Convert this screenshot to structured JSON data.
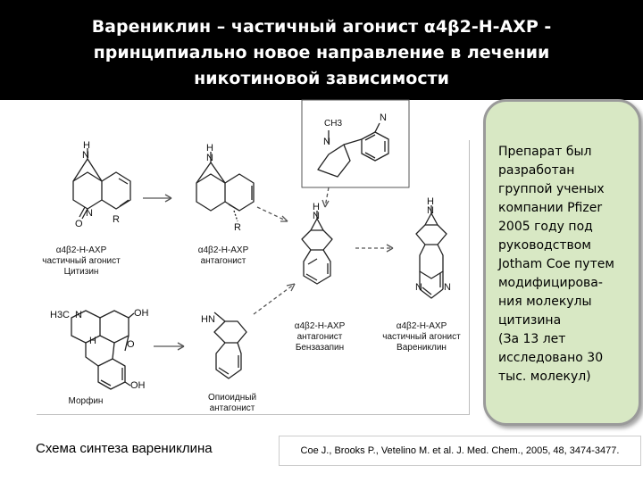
{
  "title": "Варениклин – частичный агонист α4β2-Н-АХР -\nпринципиально новое направление в лечении\nникотиновой зависимости",
  "compounds": {
    "cytisine": "α4β2-Н-АХР\nчастичный агонист\nЦитизин",
    "antagonist1": "α4β2-Н-АХР\nантагонист",
    "benzazepine": "α4β2-Н-АХР\nантагонист\nБензазапин",
    "varenicline": "α4β2-Н-АХР\nчастичный агонист\nВарениклин",
    "morphine": "Морфин",
    "opioid": "Опиоидный\nантагонист"
  },
  "atoms": {
    "n": "N",
    "h": "H",
    "o": "O",
    "r": "R",
    "oh": "OH",
    "hn": "HN",
    "ch3": "CH3",
    "h3c": "H3C"
  },
  "scheme_caption": "Схема синтеза варениклина",
  "citation": "Coe J., Brooks P., Vetelino M. et al. J. Med. Chem., 2005, 48, 3474-3477.",
  "info_box": {
    "text": "Препарат был\nразработан\nгруппой ученых\nкомпании Pfizer\n2005 году под\nруководством\nJotham Coe путем\nмодифицирова-\nния молекулы\nцитизина\n(За 13 лет\nисследовано 30\nтыс. молекул)"
  },
  "colors": {
    "title_bg": "#000000",
    "title_text": "#ffffff",
    "info_bg": "#d8e8c4",
    "info_border": "#9a9a9a"
  }
}
